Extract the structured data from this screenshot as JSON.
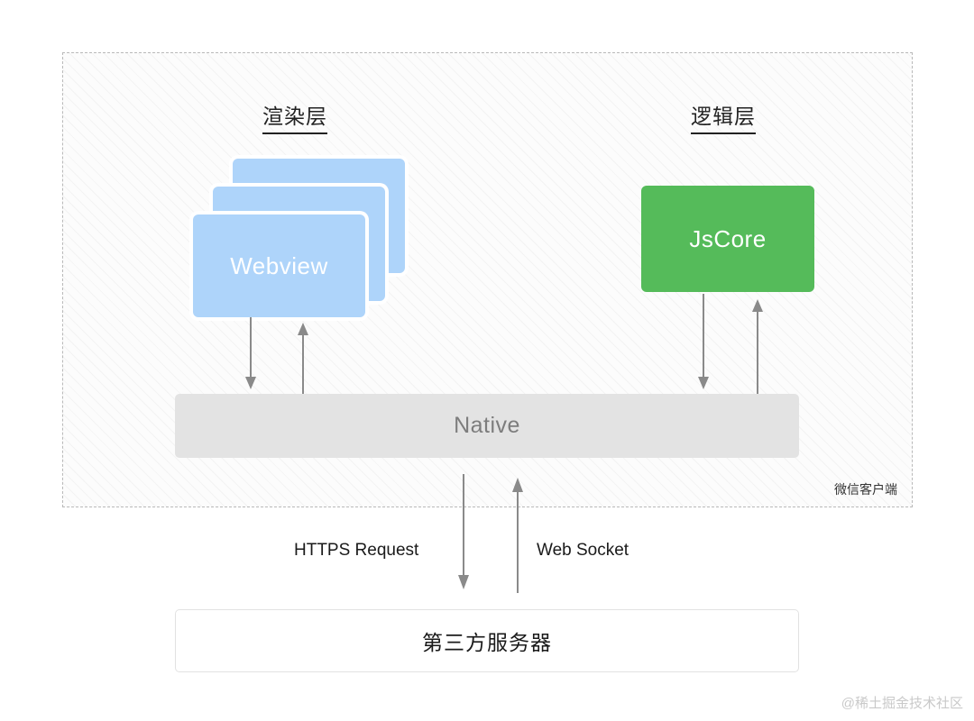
{
  "diagram": {
    "title_render_layer": "渲染层",
    "title_logic_layer": "逻辑层",
    "webview_label": "Webview",
    "jscore_label": "JsCore",
    "native_label": "Native",
    "client_label": "微信客户端",
    "https_label": "HTTPS Request",
    "websocket_label": "Web Socket",
    "server_label": "第三方服务器",
    "watermark": "@稀土掘金技术社区",
    "colors": {
      "webview_blue": "#aed4fa",
      "jscore_green": "#55bb5a",
      "native_gray": "#e3e3e3",
      "arrow_gray": "#8a8a8a",
      "dashed_border": "#b9b9b9",
      "server_border": "#e2e2e2",
      "watermark_gray": "#c9c9c9"
    },
    "arrows": [
      {
        "name": "webview-to-native",
        "direction": "down"
      },
      {
        "name": "native-to-webview",
        "direction": "up"
      },
      {
        "name": "jscore-to-native",
        "direction": "down"
      },
      {
        "name": "native-to-jscore",
        "direction": "up"
      },
      {
        "name": "native-to-server-https",
        "direction": "down"
      },
      {
        "name": "server-to-native-websocket",
        "direction": "up"
      }
    ]
  }
}
